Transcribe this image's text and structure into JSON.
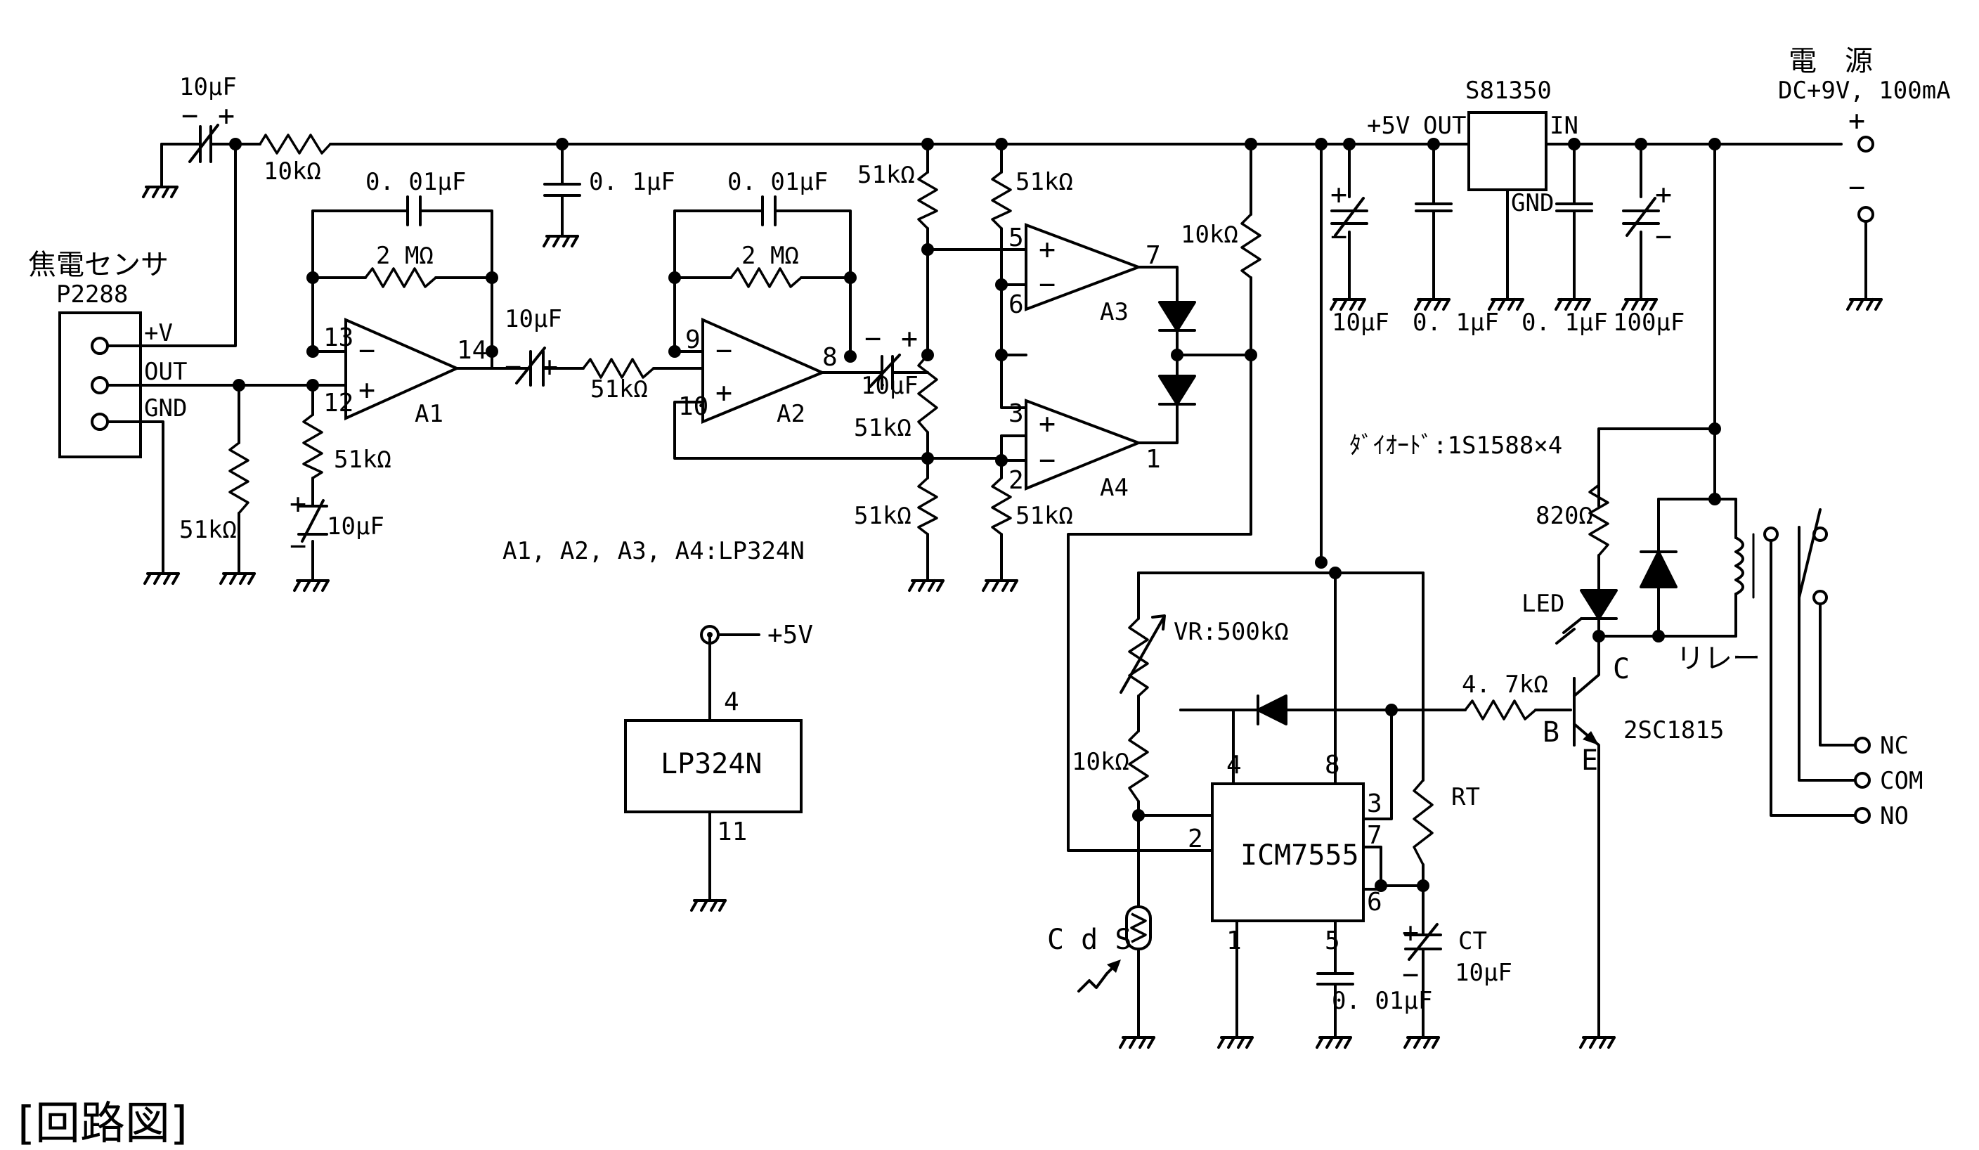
{
  "sensor": {
    "name": "焦電センサ",
    "model": "P2288",
    "pins": [
      "+V",
      "OUT",
      "GND"
    ]
  },
  "input_stage": {
    "coupling_cap": "10μF",
    "series_resistor": "10kΩ",
    "out_resistor": "51kΩ"
  },
  "a1": {
    "label": "A1",
    "fb_cap": "0. 01μF",
    "fb_res": "2 MΩ",
    "pin_inv": "13",
    "pin_noninv": "12",
    "pin_out": "14",
    "bias_res": "51kΩ",
    "bias_cap": "10μF"
  },
  "coupling1": {
    "cap": "10μF",
    "res": "51kΩ"
  },
  "a2": {
    "label": "A2",
    "fb_cap": "0. 01μF",
    "fb_res": "2 MΩ",
    "pin_inv": "9",
    "pin_noninv": "10",
    "pin_out": "8",
    "cap": "10μF"
  },
  "rail_cap": "0. 1μF",
  "window": {
    "r_top1": "51kΩ",
    "r_top2": "51kΩ",
    "r_mid": "51kΩ",
    "r_bot1": "51kΩ",
    "r_bot2": "51kΩ"
  },
  "a3": {
    "label": "A3",
    "pin_noninv": "5",
    "pin_inv": "6",
    "pin_out": "7"
  },
  "a4": {
    "label": "A4",
    "pin_noninv": "3",
    "pin_inv": "2",
    "pin_out": "1"
  },
  "pullup": "10kΩ",
  "opamp_note": "A1, A2, A3, A4:LP324N",
  "diode_note": "ﾀﾞｲｵｰﾄﾞ:1S1588×4",
  "lp324n": {
    "name": "LP324N",
    "vcc": "+5V",
    "pin_vcc": "4",
    "pin_gnd": "11"
  },
  "regulator": {
    "name": "S81350",
    "out": "OUT",
    "in": "IN",
    "gnd": "GND",
    "vout": "+5V",
    "caps": [
      "10μF",
      "0. 1μF",
      "0. 1μF",
      "100μF"
    ]
  },
  "power": {
    "title": "電　源",
    "spec": "DC+9V, 100mA",
    "plus": "+",
    "minus": "−"
  },
  "timer": {
    "name": "ICM7555",
    "vr": "VR:500kΩ",
    "r_cds": "10kΩ",
    "cds": "C d S",
    "rt": "RT",
    "ct": "CT",
    "ct_val": "10μF",
    "c5": "0. 01μF",
    "pins": {
      "p4": "4",
      "p8": "8",
      "p3": "3",
      "p2": "2",
      "p7": "7",
      "p6": "6",
      "p1": "1",
      "p5": "5"
    }
  },
  "driver": {
    "rb": "4. 7kΩ",
    "transistor": "2SC1815",
    "b": "B",
    "c": "C",
    "e": "E",
    "r_led": "820Ω",
    "led": "LED",
    "relay": "リレー",
    "contacts": [
      "NC",
      "COM",
      "NO"
    ]
  },
  "caption": "[回路図]"
}
